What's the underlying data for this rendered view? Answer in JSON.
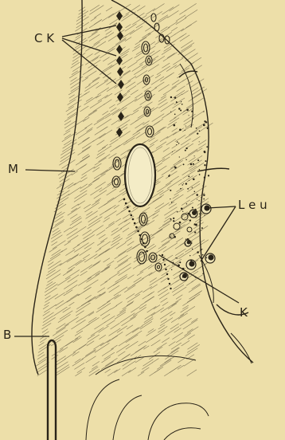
{
  "figure": {
    "labels": {
      "ck": "C K",
      "m": "M",
      "leu": "L e u",
      "k": "K",
      "b": "B"
    },
    "colors": {
      "paper": "#eddfa9",
      "ink": "#2a2418"
    }
  }
}
